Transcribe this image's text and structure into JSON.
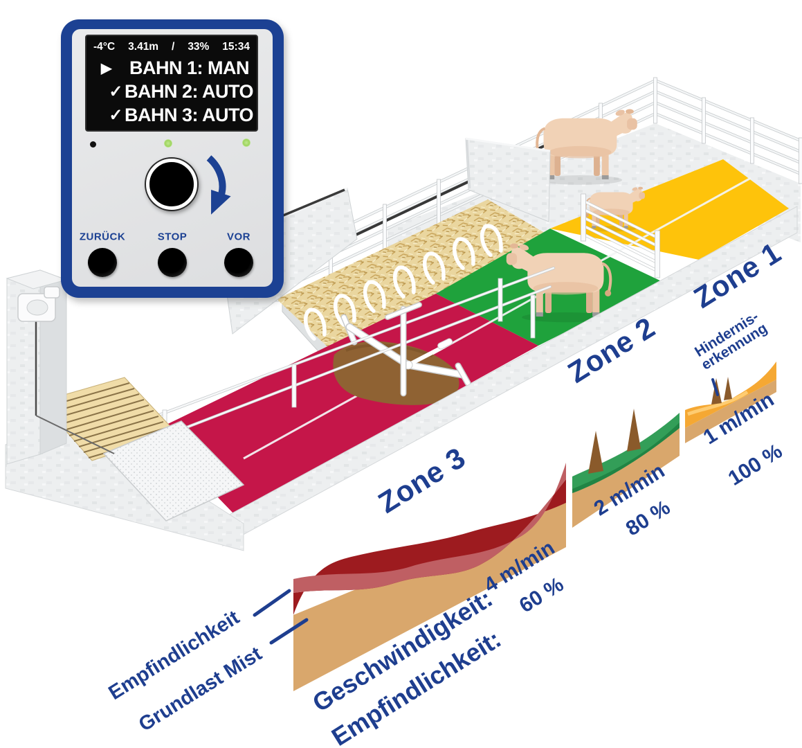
{
  "device_panel": {
    "status_bar": {
      "temperature": "-4°C",
      "distance": "3.41m",
      "separator": "/",
      "percent": "33%",
      "time": "15:34"
    },
    "menu": [
      {
        "cursor": "▶",
        "label": "BAHN 1: MAN"
      },
      {
        "cursor": "✓",
        "label": "BAHN 2: AUTO"
      },
      {
        "cursor": "✓",
        "label": "BAHN 3: AUTO"
      }
    ],
    "buttons": [
      {
        "label": "ZURÜCK"
      },
      {
        "label": "STOP"
      },
      {
        "label": "VOR"
      }
    ]
  },
  "zones": [
    {
      "name": "Zone 1",
      "speed": "1 m/min",
      "sensitivity": "100 %",
      "floor_color": "#FEC30B"
    },
    {
      "name": "Zone 2",
      "speed": "2 m/min",
      "sensitivity": "80 %",
      "floor_color": "#1FA23C"
    },
    {
      "name": "Zone 3",
      "speed": "4 m/min",
      "sensitivity": "60 %",
      "floor_color": "#C51649"
    }
  ],
  "annotations": {
    "obstacle_line1": "Hindernis-",
    "obstacle_line2": "erkennung",
    "speed_row_label": "Geschwindigkeit:",
    "sensitivity_row_label": "Empfindlichkeit:",
    "sensitivity_pointer_label": "Empfindlichkeit",
    "base_load_pointer_label": "Grundlast Mist"
  },
  "colors": {
    "brand_blue": "#1E3E8F",
    "panel_frame_blue": "#1C4193",
    "zone1_yellow": "#FEC30B",
    "zone2_green": "#1FA23C",
    "zone3_red": "#C51649",
    "manure_base_tan": "#D9A76C",
    "manure_dark_red": "#9D1B1F",
    "manure_rosy_red": "#BF5F63",
    "obstacle_orange": "#F5A833"
  }
}
